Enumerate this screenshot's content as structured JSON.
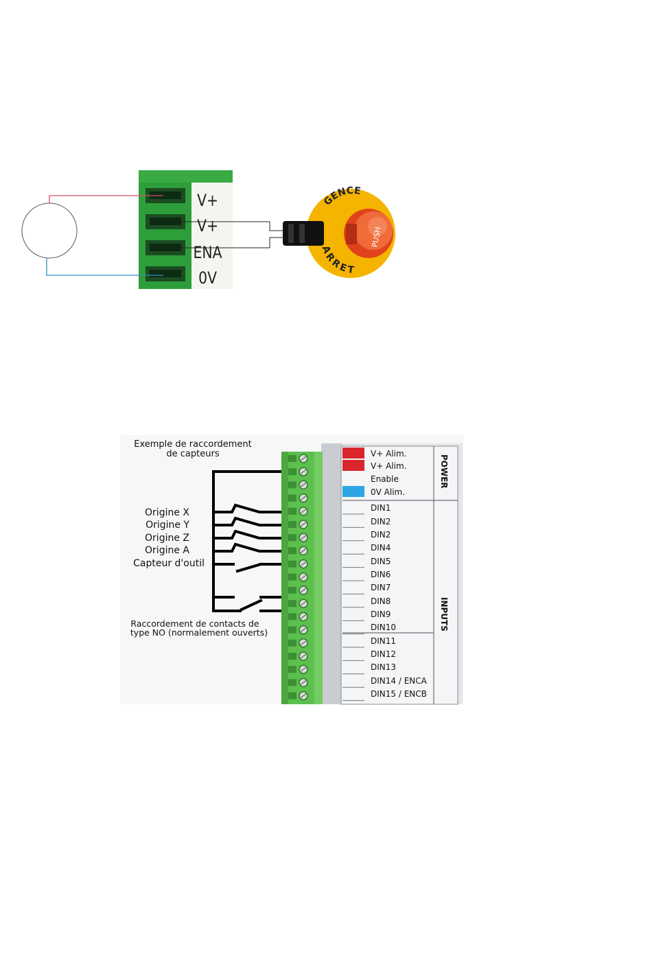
{
  "diagram1": {
    "terminals": [
      "V+",
      "V+",
      "ENA",
      "0V"
    ],
    "estop": {
      "ring_text": "ARRET D'URGENCE",
      "ring_top": "GENCE",
      "ring_bottom": "ARRET",
      "button_text": "PUSH"
    },
    "colors": {
      "terminal_green": "#2e9e3a",
      "wire_red": "#d0506a",
      "wire_blue": "#2f8fc0",
      "ring_yellow": "#f5b400",
      "button_red": "#e0431c"
    }
  },
  "diagram2": {
    "title_line1": "Exemple de raccordement",
    "title_line2": "de capteurs",
    "sensors": [
      "Origine X",
      "Origine Y",
      "Origine Z",
      "Origine A",
      "Capteur d'outil"
    ],
    "note_line1": "Raccordement de contacts de",
    "note_line2": "type NO (normalement ouverts)",
    "power_label": "POWER",
    "inputs_label": "INPUTS",
    "power_rows": [
      "V+ Alim.",
      "V+ Alim.",
      "Enable",
      "0V Alim."
    ],
    "input_rows": [
      "DIN1",
      "DIN2",
      "DIN2",
      "DIN4",
      "DIN5",
      "DIN6",
      "DIN7",
      "DIN8",
      "DIN9",
      "DIN10",
      "DIN11",
      "DIN12",
      "DIN13",
      "DIN14 / ENCA",
      "DIN15 / ENCB"
    ],
    "colors": {
      "terminal_green": "#5cbf4e",
      "red_swatch": "#d8262c",
      "blue_swatch": "#2ea6e6",
      "wire": "#000000"
    }
  }
}
